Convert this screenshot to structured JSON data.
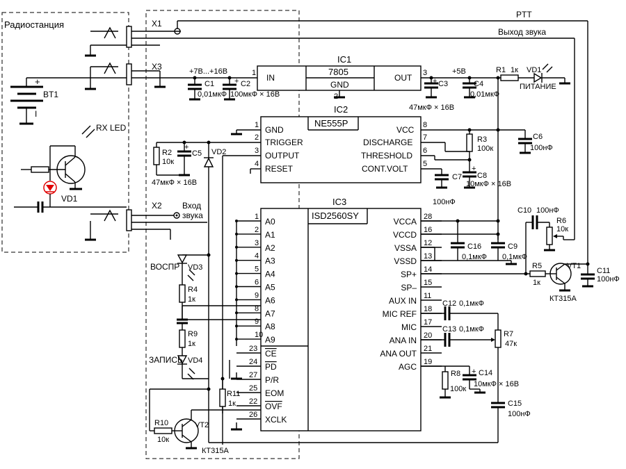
{
  "radio": {
    "title": "Радиостанция",
    "bt1": "BT1",
    "rx_led": "RX LED",
    "vd1": "VD1",
    "plus": "+",
    "minus": "I"
  },
  "conn": {
    "x1": "X1",
    "x2": "X2",
    "x3": "X3",
    "ptt": "PTT",
    "audio_out": "Выход звука",
    "audio_in_1": "Вход",
    "audio_in_2": "звука",
    "supply": "+7В...+16В",
    "v5": "+5В"
  },
  "ic1": {
    "name": "IC1",
    "type": "7805",
    "in": "IN",
    "out": "OUT",
    "gnd": "GND",
    "p1": "1",
    "p2": "2",
    "p3": "3"
  },
  "ic2": {
    "name": "IC2",
    "type": "NE555P",
    "left": [
      "GND",
      "TRIGGER",
      "OUTPUT",
      "RESET"
    ],
    "left_pins": [
      "1",
      "2",
      "3",
      "4"
    ],
    "right": [
      "VCC",
      "DISCHARGE",
      "THRESHOLD",
      "CONT.VOLT"
    ],
    "right_pins": [
      "8",
      "7",
      "6",
      "5"
    ]
  },
  "ic3": {
    "name": "IC3",
    "type": "ISD2560SY",
    "addr": [
      "A0",
      "A1",
      "A2",
      "A3",
      "A4",
      "A5",
      "A6",
      "A7",
      "A8",
      "A9"
    ],
    "addr_pins": [
      "1",
      "2",
      "3",
      "4",
      "5",
      "6",
      "9",
      "8",
      "9",
      "10"
    ],
    "ctrl": [
      "CE",
      "PD",
      "P/R",
      "EOM",
      "OVF",
      "XCLK"
    ],
    "ctrl_pins": [
      "23",
      "24",
      "27",
      "25",
      "22",
      "26"
    ],
    "right": [
      "VCCA",
      "VCCD",
      "VSSA",
      "VSSD",
      "SP+",
      "SP–",
      "AUX IN",
      "MIC REF",
      "MIC",
      "ANA IN",
      "ANA OUT",
      "AGC"
    ],
    "right_pins": [
      "28",
      "16",
      "12",
      "13",
      "14",
      "15",
      "11",
      "18",
      "17",
      "20",
      "21",
      "19"
    ]
  },
  "parts": {
    "c1": "C1",
    "c1v": "0,01мкФ",
    "c2": "C2",
    "c2v": "100мкФ × 16В",
    "c3": "C3",
    "c3v": "47мкФ × 16В",
    "c4": "C4",
    "c4v": "0,01мкФ",
    "r1": "R1",
    "r1v": "1к",
    "vd1": "VD1",
    "power": "ПИТАНИЕ",
    "r2": "R2",
    "r2v": "10к",
    "c5": "C5",
    "c5v": "47мкФ × 16В",
    "vd2": "VD2",
    "r3": "R3",
    "r3v": "100к",
    "c6": "C6",
    "c6v": "100нФ",
    "c7": "C7",
    "c7v": "100нФ",
    "c8": "C8",
    "c8v": "10мкФ × 16В",
    "c10": "C10",
    "c10v": "100нФ",
    "r6": "R6",
    "r6v": "10к",
    "c16": "C16",
    "c16v": "0,1мкФ",
    "c9": "C9",
    "c9v": "0,1мкФ",
    "r5": "R5",
    "r5v": "1к",
    "vt1": "VT1",
    "vt1t": "КТ315А",
    "c11": "C11",
    "c11v": "100нФ",
    "c12": "C12",
    "c12v": "0,1мкФ",
    "c13": "C13",
    "c13v": "0,1мкФ",
    "r7": "R7",
    "r7v": "47к",
    "r8": "R8",
    "r8v": "100к",
    "c14": "C14",
    "c14v": "10мкФ × 16В",
    "c15": "C15",
    "c15v": "100нФ",
    "play": "ВОСПР",
    "vd3": "VD3",
    "r4": "R4",
    "r4v": "1к",
    "r9": "R9",
    "r9v": "1к",
    "rec": "ЗАПИСЬ",
    "vd4": "VD4",
    "r11": "R11",
    "r11v": "1к",
    "r10": "R10",
    "r10v": "10к",
    "vt2": "VT2",
    "vt2t": "КТ315А"
  }
}
